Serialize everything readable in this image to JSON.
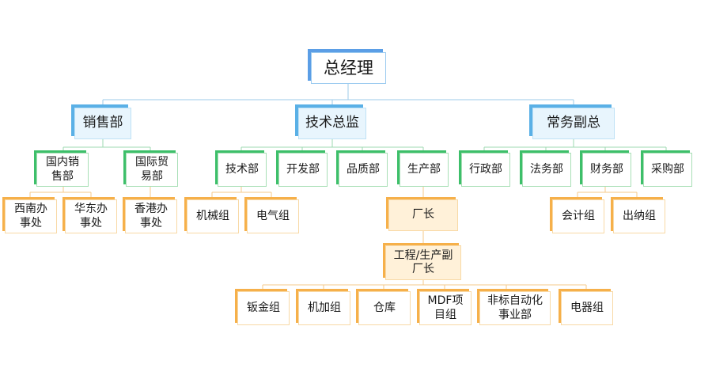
{
  "chart": {
    "root": "总经理",
    "level1": {
      "sales": "销售部",
      "tech_director": "技术总监",
      "vp": "常务副总"
    },
    "departments": {
      "domestic_sales": "国内销\n售部",
      "intl_trade": "国际贸\n易部",
      "tech": "技术部",
      "dev": "开发部",
      "quality": "品质部",
      "production": "生产部",
      "admin": "行政部",
      "legal": "法务部",
      "finance": "财务部",
      "purchase": "采购部"
    },
    "offices": {
      "southwest": "西南办\n事处",
      "east_china": "华东办\n事处",
      "hongkong": "香港办\n事处"
    },
    "groups": {
      "mechanical": "机械组",
      "electrical": "电气组",
      "accounting": "会计组",
      "cashier": "出纳组",
      "sheet_metal": "钣金组",
      "machining": "机加组",
      "warehouse": "仓库",
      "mdf_project": "MDF项\n目组",
      "nonstandard_automation": "非标自动化\n事业部",
      "electric_appliance": "电器组"
    },
    "factory": {
      "director": "厂长",
      "deputy": "工程/生产副\n厂长"
    },
    "colors": {
      "root": "#5b9ee6",
      "level1": "#5ab0e6",
      "department": "#3dbf6a",
      "group": "#f6b04a",
      "connector_blue": "#9ccbea",
      "connector_green": "#9ed9b0",
      "connector_orange": "#f5c98a"
    }
  }
}
